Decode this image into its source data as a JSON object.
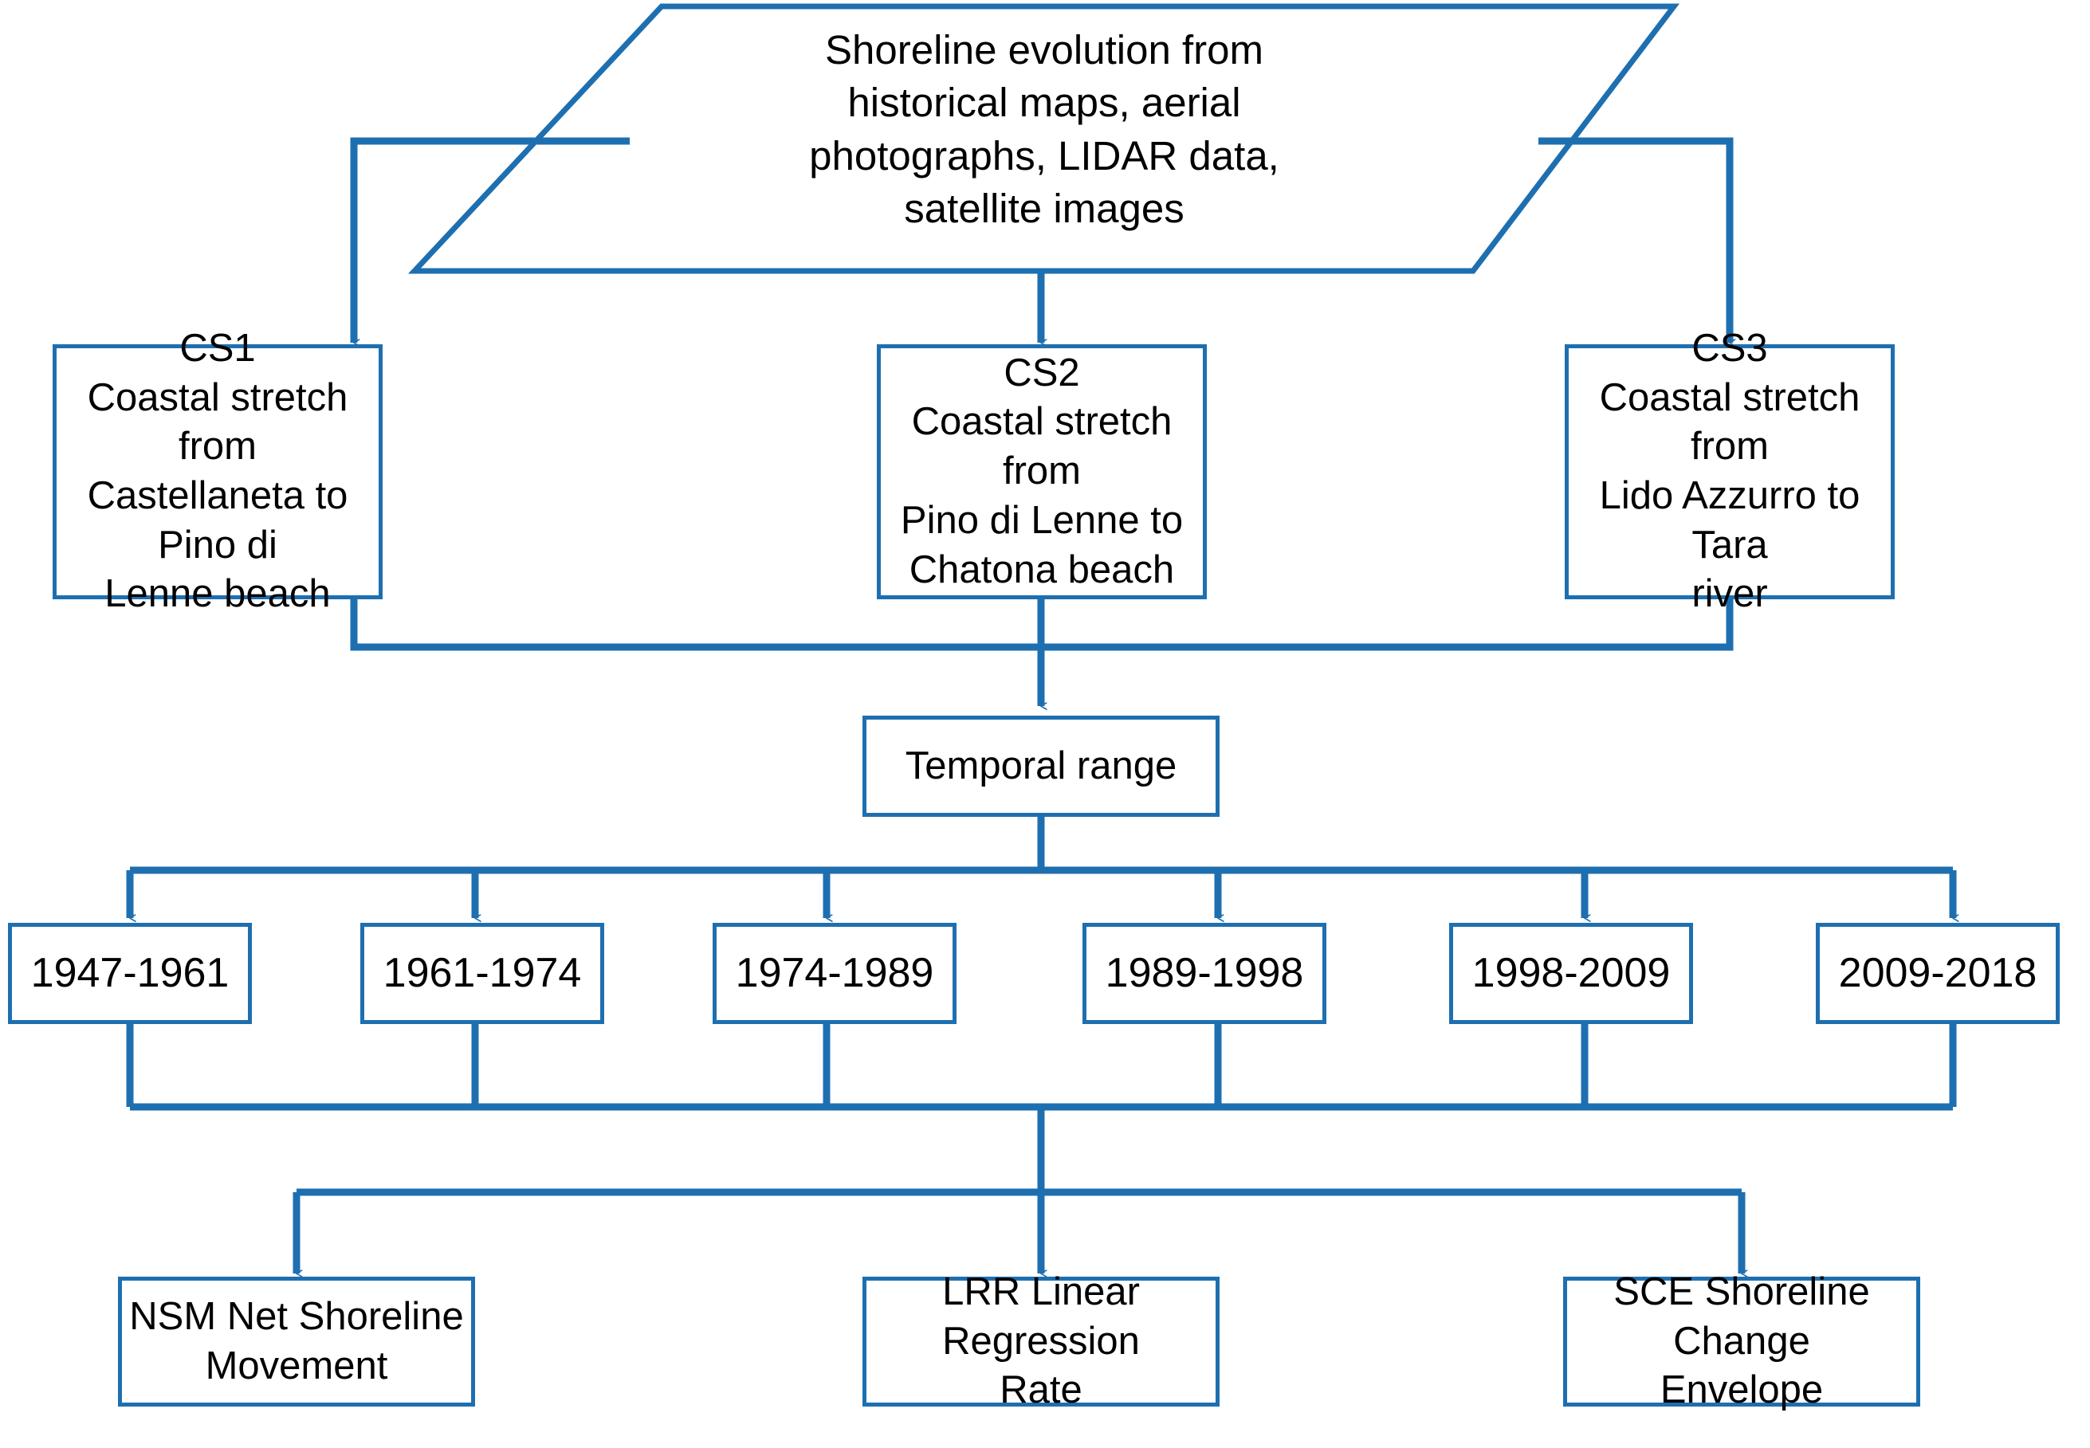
{
  "diagram": {
    "title": "Shoreline evolution methodology flowchart",
    "accent_color": "#1e6fb0",
    "background_color": "#ffffff",
    "text_color": "#000000",
    "source": {
      "shape": "parallelogram",
      "label": "Shoreline evolution from\nhistorical maps, aerial\nphotographs, LIDAR data,\nsatellite images"
    },
    "coastal_stretches": [
      {
        "id": "CS1",
        "label": "CS1\nCoastal stretch from\nCastellaneta to Pino di\nLenne beach"
      },
      {
        "id": "CS2",
        "label": "CS2\nCoastal stretch from\nPino di Lenne to\nChatona beach"
      },
      {
        "id": "CS3",
        "label": "CS3\nCoastal stretch from\nLido Azzurro to Tara\nriver"
      }
    ],
    "temporal_range": {
      "label": "Temporal range"
    },
    "periods": [
      {
        "label": "1947-1961"
      },
      {
        "label": "1961-1974"
      },
      {
        "label": "1974-1989"
      },
      {
        "label": "1989-1998"
      },
      {
        "label": "1998-2009"
      },
      {
        "label": "2009-2018"
      }
    ],
    "methods": [
      {
        "label": "NSM Net Shoreline\nMovement"
      },
      {
        "label": "LRR Linear Regression\nRate"
      },
      {
        "label": "SCE Shoreline Change\nEnvelope"
      }
    ]
  }
}
